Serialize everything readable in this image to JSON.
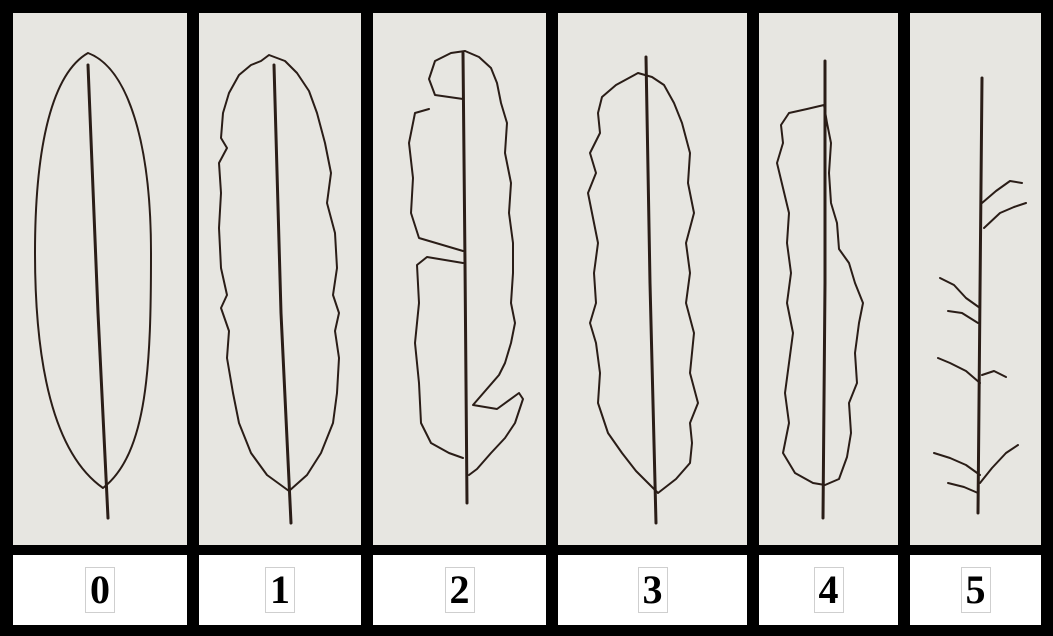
{
  "figure": {
    "panels": [
      {
        "label": "0",
        "leaf_icon": "leaf-intact-icon"
      },
      {
        "label": "1",
        "leaf_icon": "leaf-slight-damage-icon"
      },
      {
        "label": "2",
        "leaf_icon": "leaf-torn-icon"
      },
      {
        "label": "3",
        "leaf_icon": "leaf-moderate-damage-icon"
      },
      {
        "label": "4",
        "leaf_icon": "leaf-severe-damage-icon"
      },
      {
        "label": "5",
        "leaf_icon": "leaf-skeleton-icon"
      }
    ],
    "colors": {
      "border": "#000000",
      "paper": "#e7e6e1",
      "ink": "#2a1d17",
      "label_bg": "#ffffff"
    }
  }
}
